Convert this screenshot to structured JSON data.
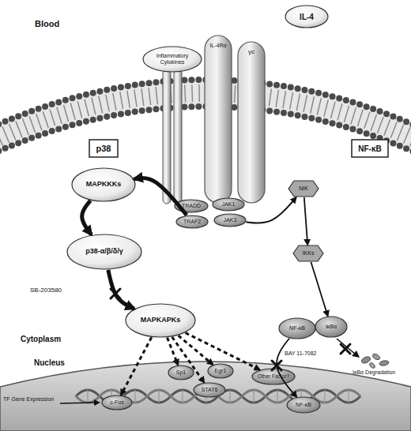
{
  "diagram": {
    "nodes": [
      {
        "text": [
          "IL-4"
        ]
      },
      {
        "text": [
          "Inflammatory Cytokines"
        ]
      },
      {
        "text": [
          "IL-4Rα"
        ]
      },
      {
        "text": [
          "γc"
        ]
      },
      {
        "text": [
          "TRADD"
        ]
      },
      {
        "text": [
          "JAK1"
        ]
      },
      {
        "text": [
          "TRAF2"
        ]
      },
      {
        "text": [
          "JAK3"
        ]
      },
      {
        "text": [
          "p38"
        ]
      },
      {
        "text": [
          "NF-κB"
        ]
      },
      {
        "text": [
          "MAPKKKs"
        ]
      },
      {
        "text": [
          "NIK"
        ]
      },
      {
        "text": [
          "p38-α/β/δ/γ"
        ]
      },
      {
        "text": [
          "IKKs"
        ]
      },
      {
        "text": [
          "MAPKAPKs"
        ]
      },
      {
        "text": [
          "NF-κB"
        ]
      },
      {
        "text": [
          "IκBα"
        ]
      },
      {
        "text": [
          "Nucleus"
        ]
      },
      {
        "text": [
          "Sp1"
        ],
        "in": 17
      },
      {
        "text": [
          "Egr1"
        ],
        "in": 17
      },
      {
        "text": [
          "STAT6"
        ],
        "in": 17
      },
      {
        "text": [
          "Other Factor?"
        ],
        "in": 17
      },
      {
        "text": [
          "c-Fos"
        ],
        "in": 17
      },
      {
        "text": [
          "NF-κB"
        ],
        "in": 17
      }
    ],
    "edges": [
      {
        "from": 6,
        "to": 10,
        "arrow": "to"
      },
      {
        "from": 7,
        "to": 11,
        "arrow": "to"
      },
      {
        "from": 10,
        "to": 12,
        "arrow": "to"
      },
      {
        "from": 12,
        "to": 14,
        "arrow": "to"
      },
      {
        "from": 14,
        "to": 22,
        "arrow": "to"
      },
      {
        "from": 14,
        "to": 18,
        "arrow": "to"
      },
      {
        "from": 14,
        "to": 20,
        "arrow": "to"
      },
      {
        "from": 14,
        "to": 19,
        "arrow": "to"
      },
      {
        "from": 14,
        "to": 21,
        "arrow": "to"
      },
      {
        "from": 11,
        "to": 13,
        "arrow": "to"
      },
      {
        "from": 13,
        "to": 16,
        "arrow": "to"
      },
      {
        "from": 15,
        "to": 23,
        "arrow": "to"
      }
    ],
    "labels": [
      "Blood",
      "SB-203580",
      "Cytoplasm",
      "BAY 11-7082",
      "IκBα Degradation",
      "TF Gene Expression"
    ]
  }
}
